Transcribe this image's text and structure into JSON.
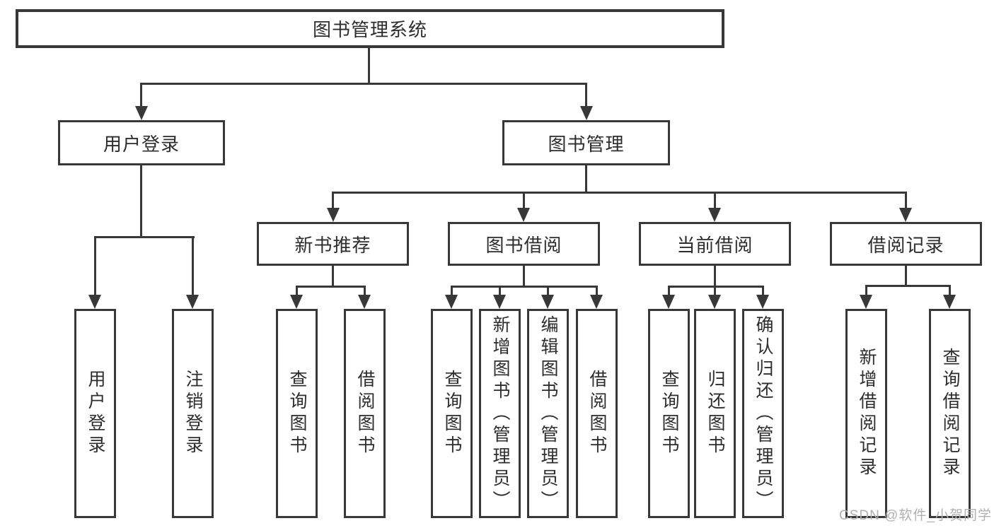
{
  "tree": {
    "root": "图书管理系统",
    "branches": [
      {
        "label": "用户登录",
        "leaves": [
          "用户登录",
          "注销登录"
        ]
      },
      {
        "label": "图书管理",
        "groups": [
          {
            "label": "新书推荐",
            "leaves": [
              "查询图书",
              "借阅图书"
            ]
          },
          {
            "label": "图书借阅",
            "leaves": [
              "查询图书",
              "新增图书（管理员）",
              "编辑图书（管理员）",
              "借阅图书"
            ]
          },
          {
            "label": "当前借阅",
            "leaves": [
              "查询图书",
              "归还图书",
              "确认归还（管理员）"
            ]
          },
          {
            "label": "借阅记录",
            "leaves": [
              "新增借阅记录",
              "查询借阅记录"
            ]
          }
        ]
      }
    ]
  },
  "watermark": "CSDN @软件_小贺同学",
  "colors": {
    "line": "#383838",
    "box_border": "#383838",
    "text": "#2d2d2d",
    "background": "#ffffff",
    "watermark": "#b0b0b0"
  }
}
